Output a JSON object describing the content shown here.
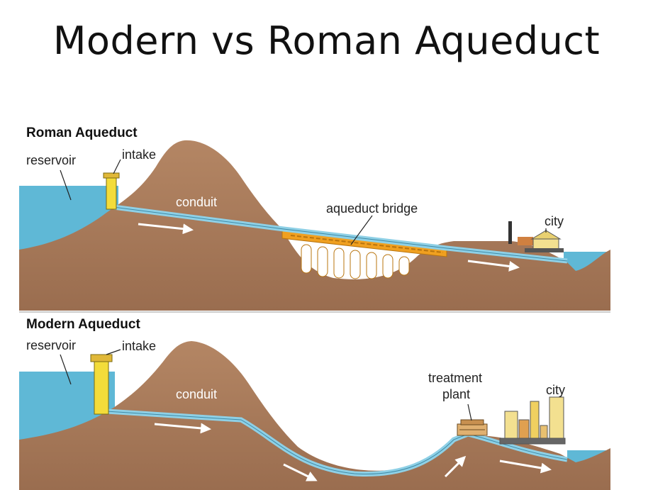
{
  "title": "Modern vs Roman Aqueduct",
  "roman": {
    "heading": "Roman Aqueduct",
    "reservoir": "reservoir",
    "intake": "intake",
    "conduit": "conduit",
    "bridge": "aqueduct bridge",
    "city": "city"
  },
  "modern": {
    "heading": "Modern Aqueduct",
    "reservoir": "reservoir",
    "intake": "intake",
    "conduit": "conduit",
    "plant_line1": "treatment",
    "plant_line2": "plant",
    "city": "city"
  },
  "colors": {
    "water": "#5fb8d6",
    "ground": "#a87a5a",
    "bridge": "#f0a020",
    "intake": "#f3dc3a",
    "pipe": "#8ed0e6"
  }
}
